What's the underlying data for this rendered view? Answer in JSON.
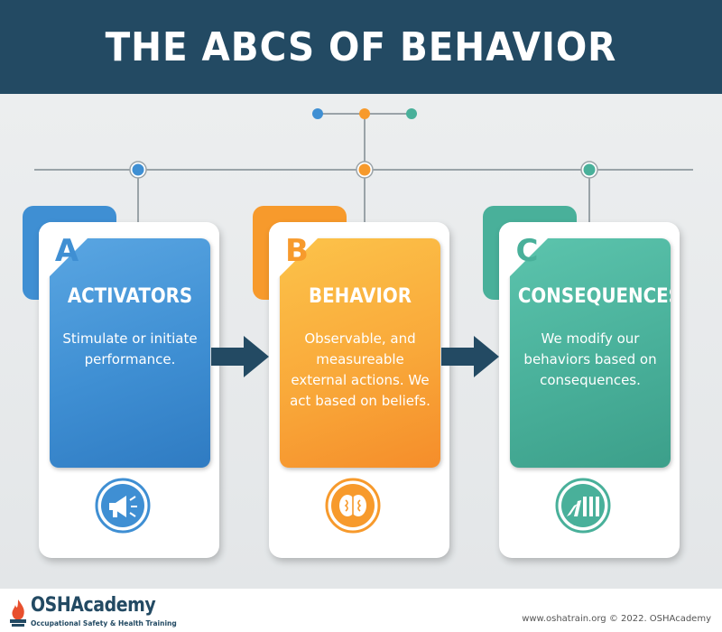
{
  "header": {
    "title": "THE ABCS OF BEHAVIOR"
  },
  "colors": {
    "header_bg": "#234a63",
    "blue": "#3f8fd3",
    "orange": "#f79a2c",
    "teal": "#49b09a",
    "arrow": "#234a63"
  },
  "cards": [
    {
      "letter": "A",
      "title": "ACTIVATORS",
      "text": "Stimulate or initiate performance.",
      "icon": "megaphone-icon"
    },
    {
      "letter": "B",
      "title": "BEHAVIOR",
      "text": "Observable, and measureable external actions. We act based on beliefs.",
      "icon": "brain-icon"
    },
    {
      "letter": "C",
      "title": "CONSEQUENCES",
      "text": "We modify our behaviors based on consequences.",
      "icon": "falling-dominoes-icon"
    }
  ],
  "footer": {
    "logo_name": "OSHAcademy",
    "logo_tagline": "Occupational Safety & Health Training",
    "copyright": "www.oshatrain.org © 2022. OSHAcademy"
  }
}
